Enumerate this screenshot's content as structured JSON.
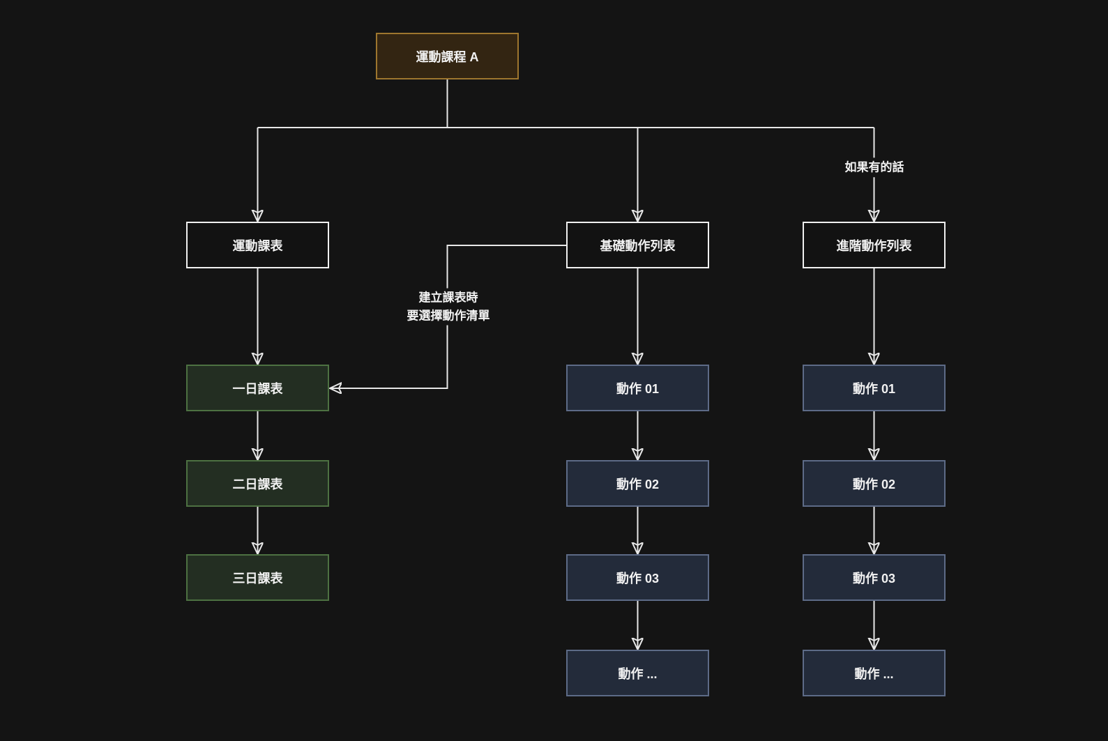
{
  "diagram": {
    "type": "flowchart",
    "colors": {
      "background": "#141414",
      "edge_line": "#e8e8e8",
      "text": "#f2f2f2",
      "root_fill": "#332512",
      "root_border": "#9e762e",
      "plain_fill": "#121212",
      "plain_border": "#f0f0f0",
      "green_fill": "#232e22",
      "green_border": "#4d7142",
      "blue_fill": "#232b3a",
      "blue_border": "#5d6b87"
    },
    "nodes": {
      "course_a": {
        "label": "運動課程 A"
      },
      "schedule": {
        "label": "運動課表"
      },
      "basic_list": {
        "label": "基礎動作列表"
      },
      "advanced_list": {
        "label": "進階動作列表"
      },
      "day1": {
        "label": "一日課表"
      },
      "day2": {
        "label": "二日課表"
      },
      "day3": {
        "label": "三日課表"
      },
      "basic_a1": {
        "label": "動作 01"
      },
      "basic_a2": {
        "label": "動作 02"
      },
      "basic_a3": {
        "label": "動作 03"
      },
      "basic_more": {
        "label": "動作 ..."
      },
      "adv_a1": {
        "label": "動作 01"
      },
      "adv_a2": {
        "label": "動作 02"
      },
      "adv_a3": {
        "label": "動作 03"
      },
      "adv_more": {
        "label": "動作 ..."
      }
    },
    "edge_labels": {
      "if_available": "如果有的話",
      "select_actions_line1": "建立課表時",
      "select_actions_line2": "要選擇動作清單"
    }
  }
}
